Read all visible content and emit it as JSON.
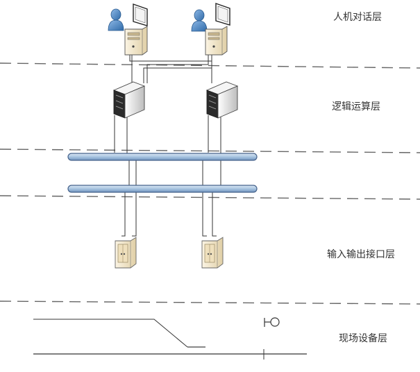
{
  "layers": [
    {
      "id": "hmi",
      "label": "人机对话层"
    },
    {
      "id": "logic",
      "label": "逻辑运算层"
    },
    {
      "id": "io",
      "label": "输入输出接口层"
    },
    {
      "id": "field",
      "label": "现场设备层"
    }
  ],
  "icons": {
    "operator_workstation": "user-with-monitor-and-tower",
    "logic_server": "rack-server",
    "io_unit": "cabinet-unit",
    "network_bus": "horizontal-bus-pipe",
    "signal": "signal-icon",
    "track": "railway-track-with-switch"
  },
  "colors": {
    "bus_fill": "#a8c4e0",
    "bus_stroke": "#45618a",
    "user_icon": "#4a85c2",
    "server_body": "#e6e6e6",
    "cabinet_body": "#f2e6cc"
  }
}
